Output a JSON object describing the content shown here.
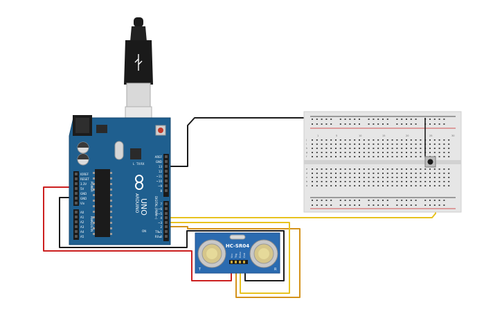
{
  "arduino": {
    "brand": "ARDUINO",
    "model": "UNO",
    "power_header": "POWER",
    "analog_header": "ANALOG IN",
    "digital_header": "DIGITAL (PWM~)",
    "power_pins": [
      "IOREF",
      "RESET",
      "3.3V",
      "5V",
      "GND",
      "GND",
      "Vin"
    ],
    "analog_pins": [
      "A0",
      "A1",
      "A2",
      "A3",
      "A4",
      "A5"
    ],
    "top_labels": [
      "AREF",
      "GND",
      "13",
      "12",
      "~11",
      "~10",
      "~9",
      "8"
    ],
    "bottom_labels": [
      "7",
      "~6",
      "~5",
      "4",
      "~3",
      "2",
      "TX▸1",
      "RX◂0"
    ],
    "tx_rx": [
      "TX",
      "RX"
    ],
    "led_l": "L",
    "on_label": "ON"
  },
  "sensor": {
    "model": "HC-SR04",
    "pins": [
      "Vcc",
      "Trig",
      "Echo",
      "Gnd"
    ],
    "corner_left": "T",
    "corner_right": "R"
  },
  "breadboard": {
    "column_numbers": [
      "1",
      "5",
      "10",
      "15",
      "20",
      "25",
      "30"
    ],
    "row_letters_top": [
      "j",
      "i",
      "h",
      "g",
      "f"
    ],
    "row_letters_bottom": [
      "e",
      "d",
      "c",
      "b",
      "a"
    ]
  },
  "colors": {
    "board_blue": "#1f5f8f",
    "wire_red": "#cc1f1f",
    "wire_black": "#1a1a1a",
    "wire_yellow": "#e8c21e",
    "wire_orange": "#d4921a",
    "sensor_blue": "#2b6bb0",
    "breadboard_body": "#e6e6e6"
  }
}
